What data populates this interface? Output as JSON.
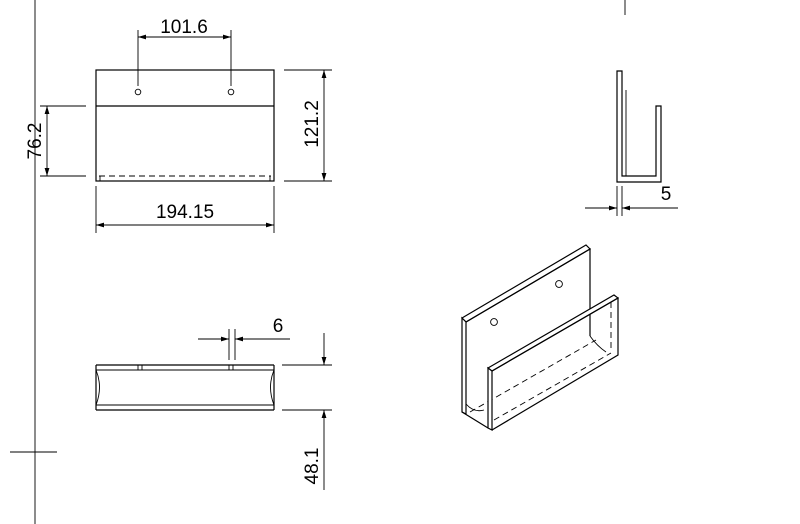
{
  "dimensions": {
    "hole_spacing": "101.6",
    "height_lower": "76.2",
    "height_total": "121.2",
    "width_total": "194.15",
    "lip_thickness": "6",
    "wall_thickness": "5",
    "depth": "48.1"
  }
}
